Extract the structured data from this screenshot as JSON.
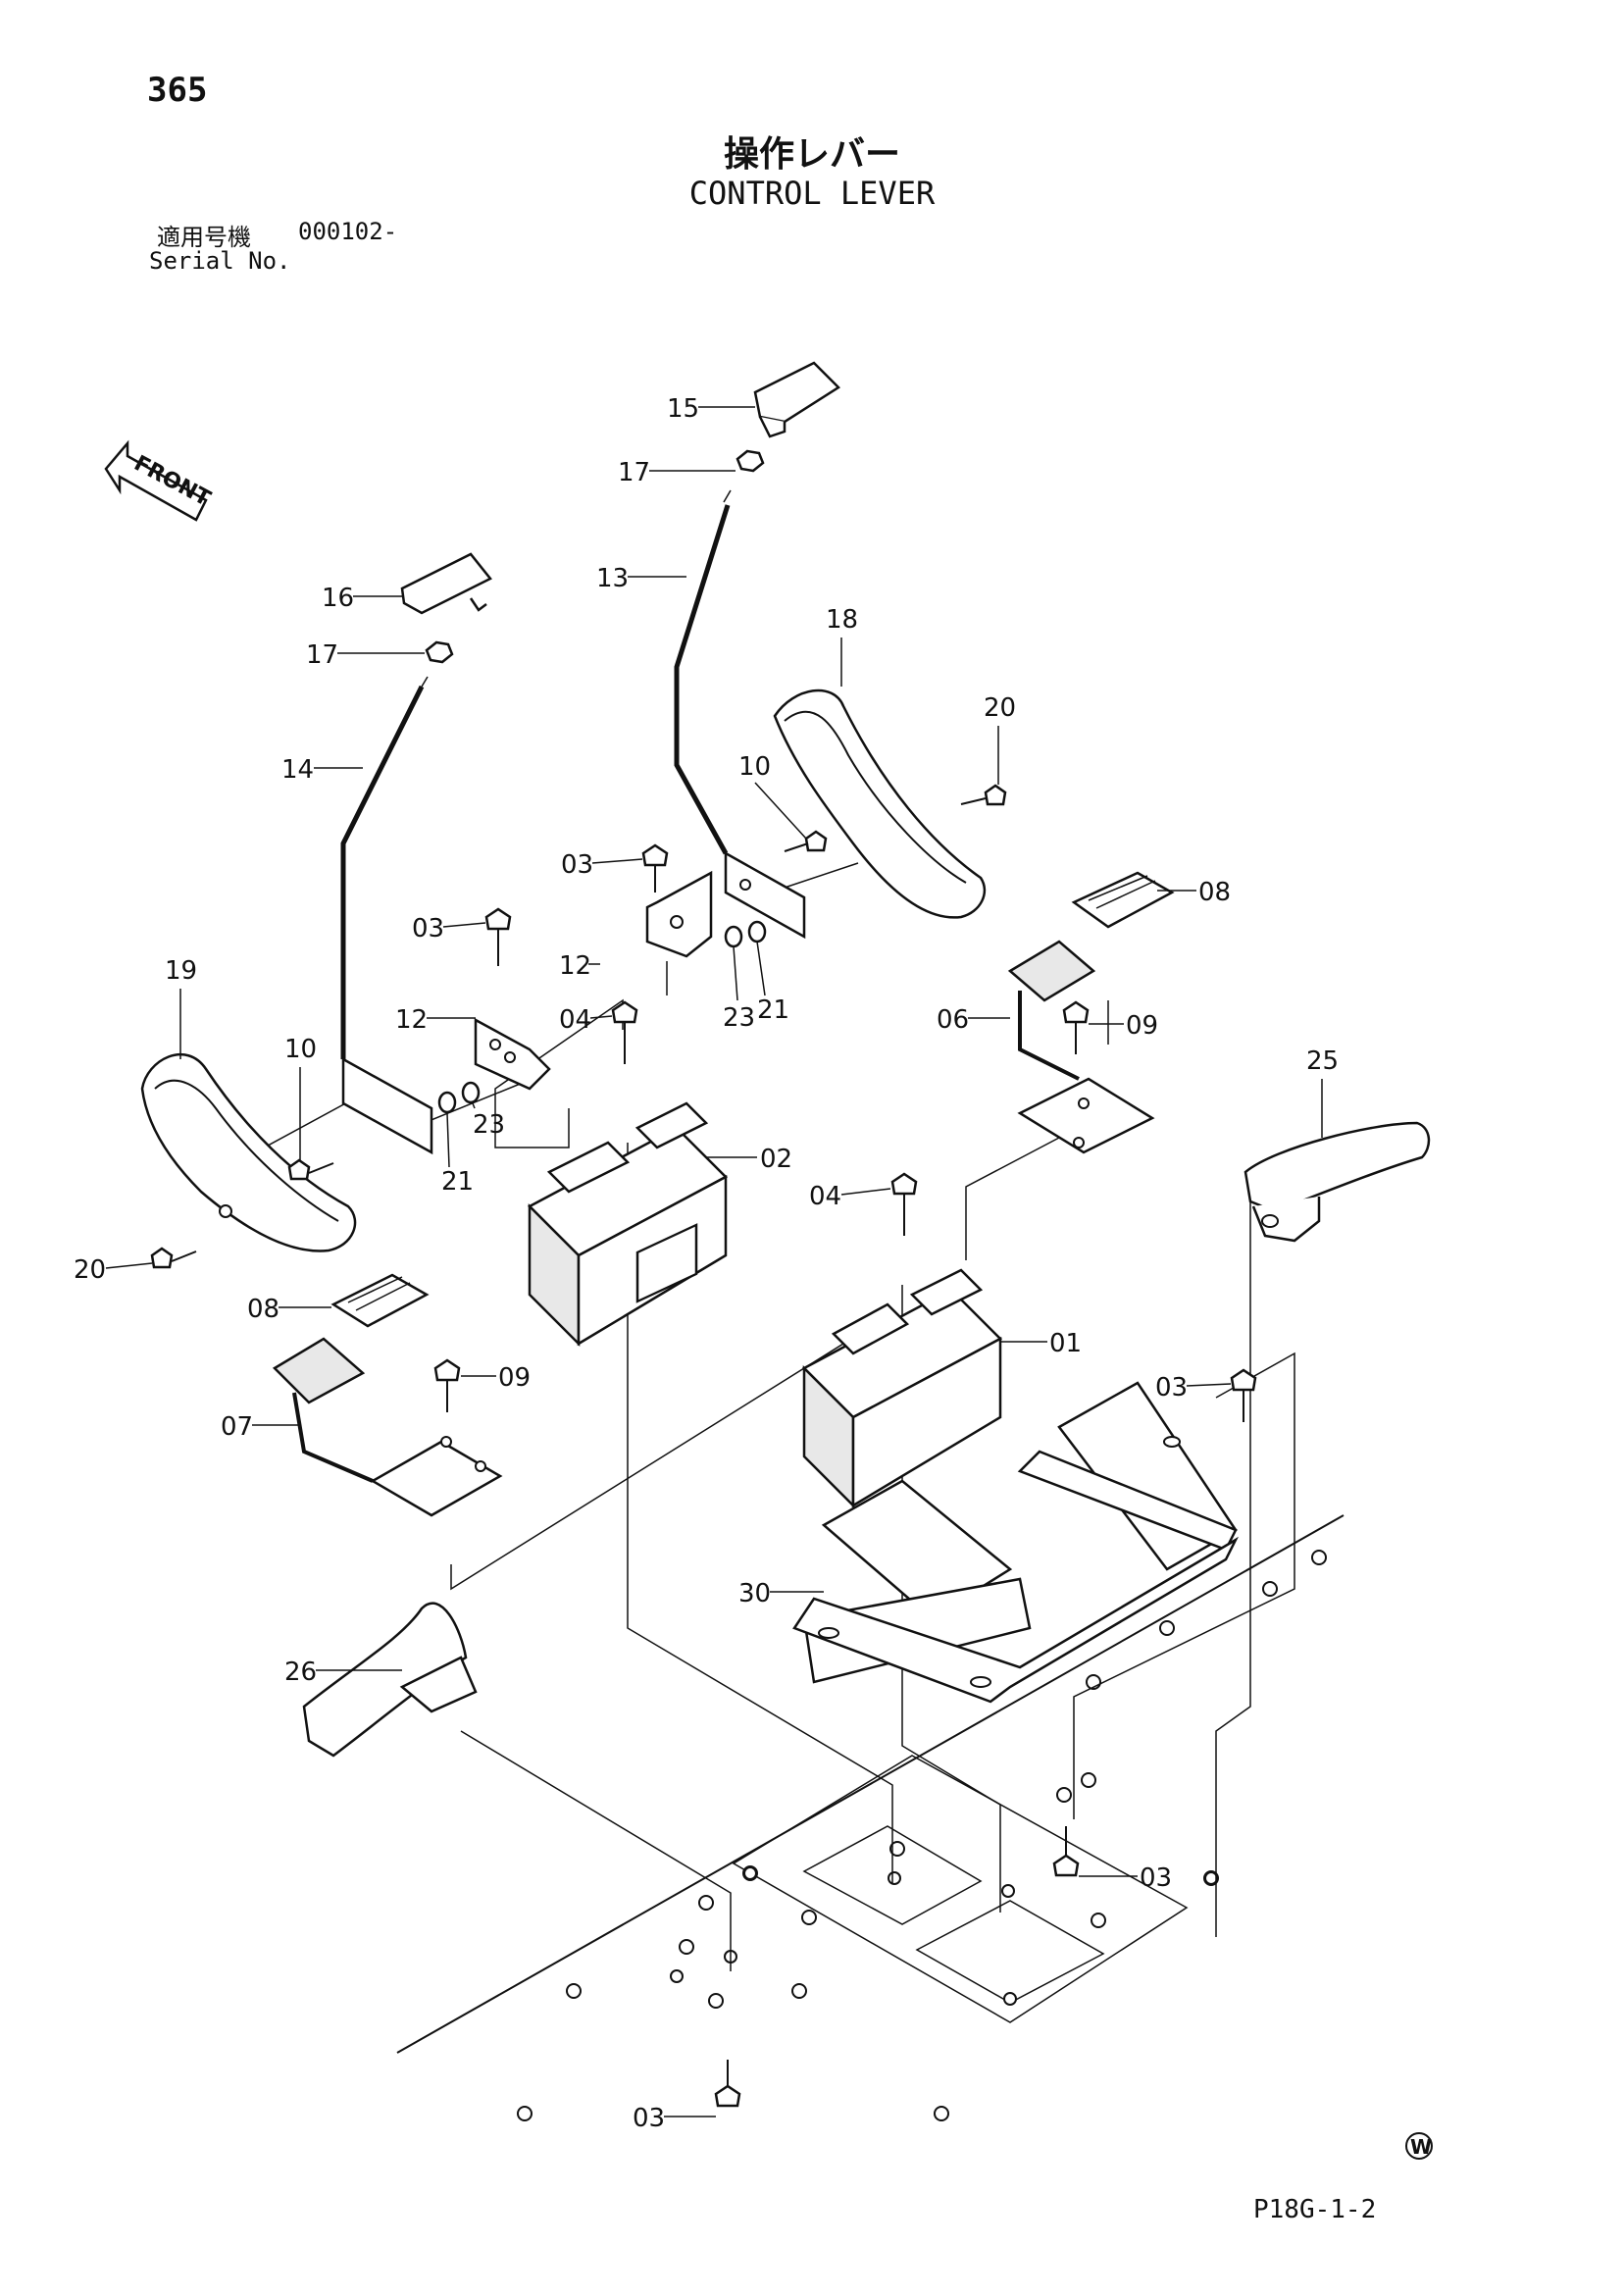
{
  "header": {
    "page_number": "365",
    "title_jp": "操作レバー",
    "title_en": "CONTROL LEVER",
    "serial_label_jp": "適用号機",
    "serial_value": "000102-",
    "serial_label_en": "Serial No."
  },
  "front_marker": "FRONT",
  "watermark_symbol": "W",
  "footer_code": "P18G-1-2",
  "callouts": {
    "c15": "15",
    "c17a": "17",
    "c13": "13",
    "c16": "16",
    "c17b": "17",
    "c18": "18",
    "c20a": "20",
    "c10a": "10",
    "c14": "14",
    "c03a": "03",
    "c03b": "03",
    "c12a": "12",
    "c12b": "12",
    "c08a": "08",
    "c19": "19",
    "c10b": "10",
    "c04a": "04",
    "c23a": "23",
    "c21a": "21",
    "c06": "06",
    "c09a": "09",
    "c25": "25",
    "c02": "02",
    "c21b": "21",
    "c23b": "23",
    "c04b": "04",
    "c20b": "20",
    "c08b": "08",
    "c01": "01",
    "c09b": "09",
    "c07": "07",
    "c03c": "03",
    "c30": "30",
    "c26": "26",
    "c03d": "03",
    "c03e": "03"
  }
}
